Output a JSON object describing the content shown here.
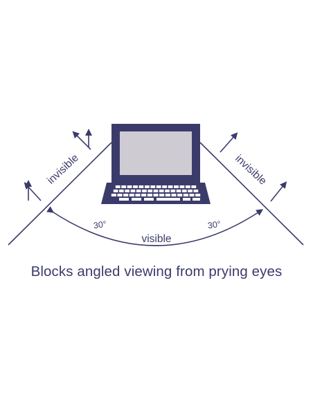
{
  "diagram": {
    "left_label": "invisible",
    "right_label": "invisible",
    "center_label": "visible",
    "left_angle": "30°",
    "right_angle": "30°",
    "caption": "Blocks angled viewing from prying eyes"
  },
  "colors": {
    "ink": "#3b3b6b",
    "screen": "#cfcbd3"
  }
}
